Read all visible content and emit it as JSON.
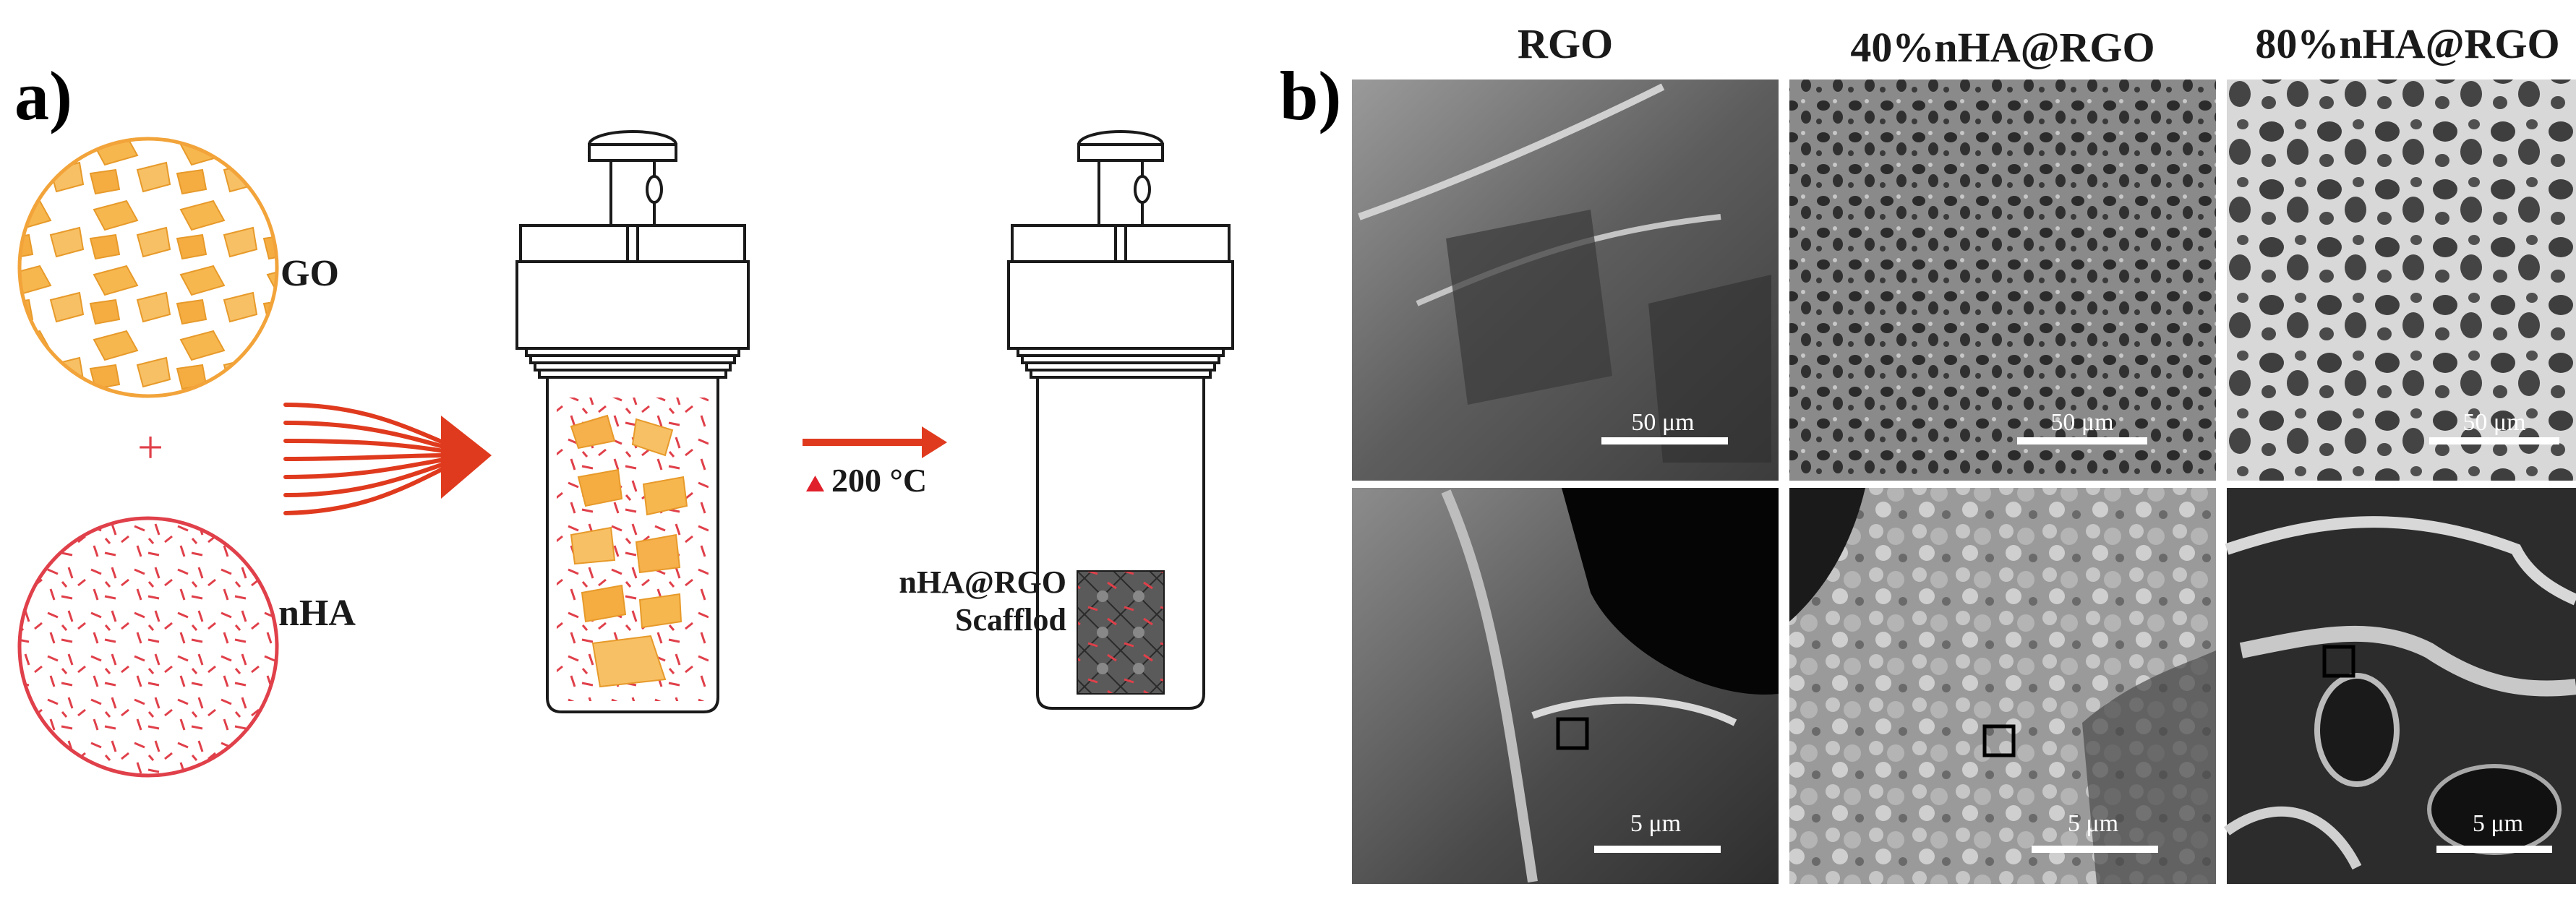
{
  "panel_a": {
    "label": "a)",
    "go_label": "GO",
    "plus": "+",
    "nha_label": "nHA",
    "temperature": "200 °C",
    "product_label_line1": "nHA@RGO",
    "product_label_line2": "Scafflod",
    "colors": {
      "go": "#f6b04c",
      "nha": "#e0404a",
      "arrow": "#e03a1e"
    }
  },
  "panel_b": {
    "label": "b)",
    "columns": [
      {
        "title": "RGO",
        "scale_top": "50 μm",
        "scale_bottom": "5 μm"
      },
      {
        "title": "40%nHA@RGO",
        "scale_top": "50 μm",
        "scale_bottom": "5 μm"
      },
      {
        "title": "80%nHA@RGO",
        "scale_top": "50 μm",
        "scale_bottom": "5 μm"
      }
    ]
  }
}
